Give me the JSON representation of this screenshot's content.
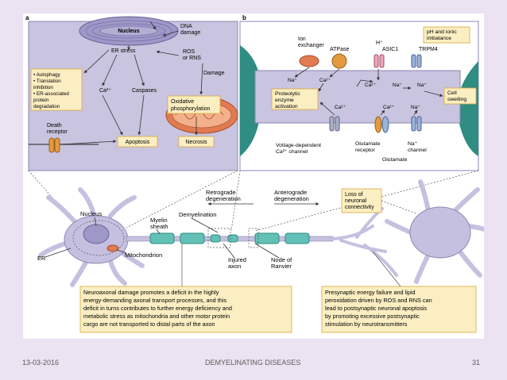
{
  "slide": {
    "date": "13-03-2016",
    "title": "DEMYELINATING DISEASES",
    "page_number": "31"
  },
  "panel_a": {
    "label": "a",
    "nucleus": "Nucleus",
    "dna_damage": [
      "DNA",
      "damage"
    ],
    "er_stress": "ER stress",
    "ros_rns": [
      "ROS",
      "or RNS"
    ],
    "damage": "Damage",
    "bullets": [
      "• Autophagy",
      "• Translation",
      "  inhibition",
      "• ER-associated",
      "  protein",
      "  degradation"
    ],
    "ca": "Ca²⁺",
    "caspases": "Caspases",
    "oxidative": [
      "Oxidative",
      "phosphorylation"
    ],
    "death_receptor": [
      "Death",
      "receptor"
    ],
    "apoptosis": "Apoptosis",
    "necrosis": "Necrosis"
  },
  "panel_b": {
    "label": "b",
    "ion_exchanger": [
      "Ion",
      "exchanger"
    ],
    "atpase": "ATPase",
    "h_plus": "H⁺",
    "asic1": "ASIC1",
    "trpm4": "TRPM4",
    "ph_box": [
      "pH and ionic",
      "imbalance"
    ],
    "na": "Na⁺",
    "ca": "Ca²⁺",
    "proteolytic": [
      "Proteolytic",
      "enzyme",
      "activation"
    ],
    "cell_swelling": [
      "Cell",
      "swelling"
    ],
    "vd_channel": [
      "Voltage-dependent",
      "Ca²⁺ channel"
    ],
    "glutamate_receptor": [
      "Glutamate",
      "receptor"
    ],
    "na_channel": [
      "Na⁺",
      "channel"
    ],
    "glutamate": "Glutamate"
  },
  "neuron": {
    "nucleus": "Nucleus",
    "er": "ER",
    "myelin_sheath": [
      "Myelin",
      "sheath"
    ],
    "mitochondrion": "Mitochondrion",
    "demyelination": "Demyelination",
    "retrograde": [
      "Retrograde",
      "degeneration"
    ],
    "anterograde": [
      "Anterograde",
      "degeneration"
    ],
    "loss_box": [
      "Loss of",
      "neuronal",
      "connectivity"
    ],
    "injured_axon": [
      "Injured",
      "axon"
    ],
    "node_ranvier": [
      "Node of",
      "Ranvier"
    ]
  },
  "captions": {
    "left": [
      "Neuroaxonal damage promotes a deficit in the highly",
      "energy-demanding axonal transport processes, and this",
      "deficit in turns contributes to further energy deficiency and",
      "metabolic stress as mitochondria and other motor protein",
      "cargo are not transported to distal parts of the axon"
    ],
    "right": [
      "Presynaptic energy failure and lipid",
      "peroxidation driven by ROS and RNS can",
      "lead to postsynaptic neuronal apoptosis",
      "by promoting excessive postsynaptic",
      "stimulation by neurotransmitters"
    ]
  },
  "colors": {
    "panel_fill": "#c9c4df",
    "box_fill": "#fbeec2",
    "box_stroke": "#d9a93b",
    "neuron_fill": "#c6c0e0",
    "myelin": "#62c0b6",
    "teal_dark": "#2f8d82",
    "mito": "#e17b52",
    "slide_bg": "#ebe3f1"
  }
}
